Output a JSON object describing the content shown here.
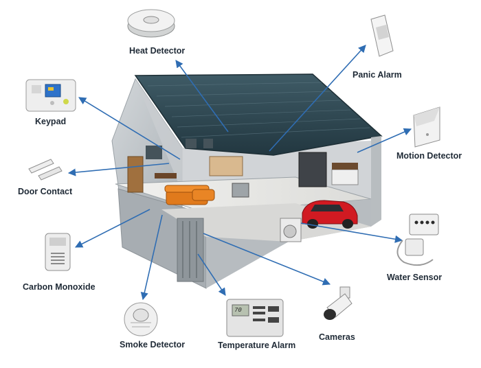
{
  "diagram": {
    "labels": {
      "heat_detector": "Heat Detector",
      "panic_alarm": "Panic Alarm",
      "keypad": "Keypad",
      "motion_detector": "Motion Detector",
      "door_contact": "Door Contact",
      "carbon_monoxide": "Carbon Monoxide",
      "water_sensor": "Water Sensor",
      "cameras": "Cameras",
      "smoke_detector": "Smoke Detector",
      "temperature_alarm": "Temperature Alarm"
    },
    "temperature_display": "70",
    "colors": {
      "arrow": "#2f6db3",
      "roof": "#2d4650",
      "wall": "#bfc4c8",
      "car": "#d11a22",
      "sofa": "#e07a1c"
    }
  }
}
